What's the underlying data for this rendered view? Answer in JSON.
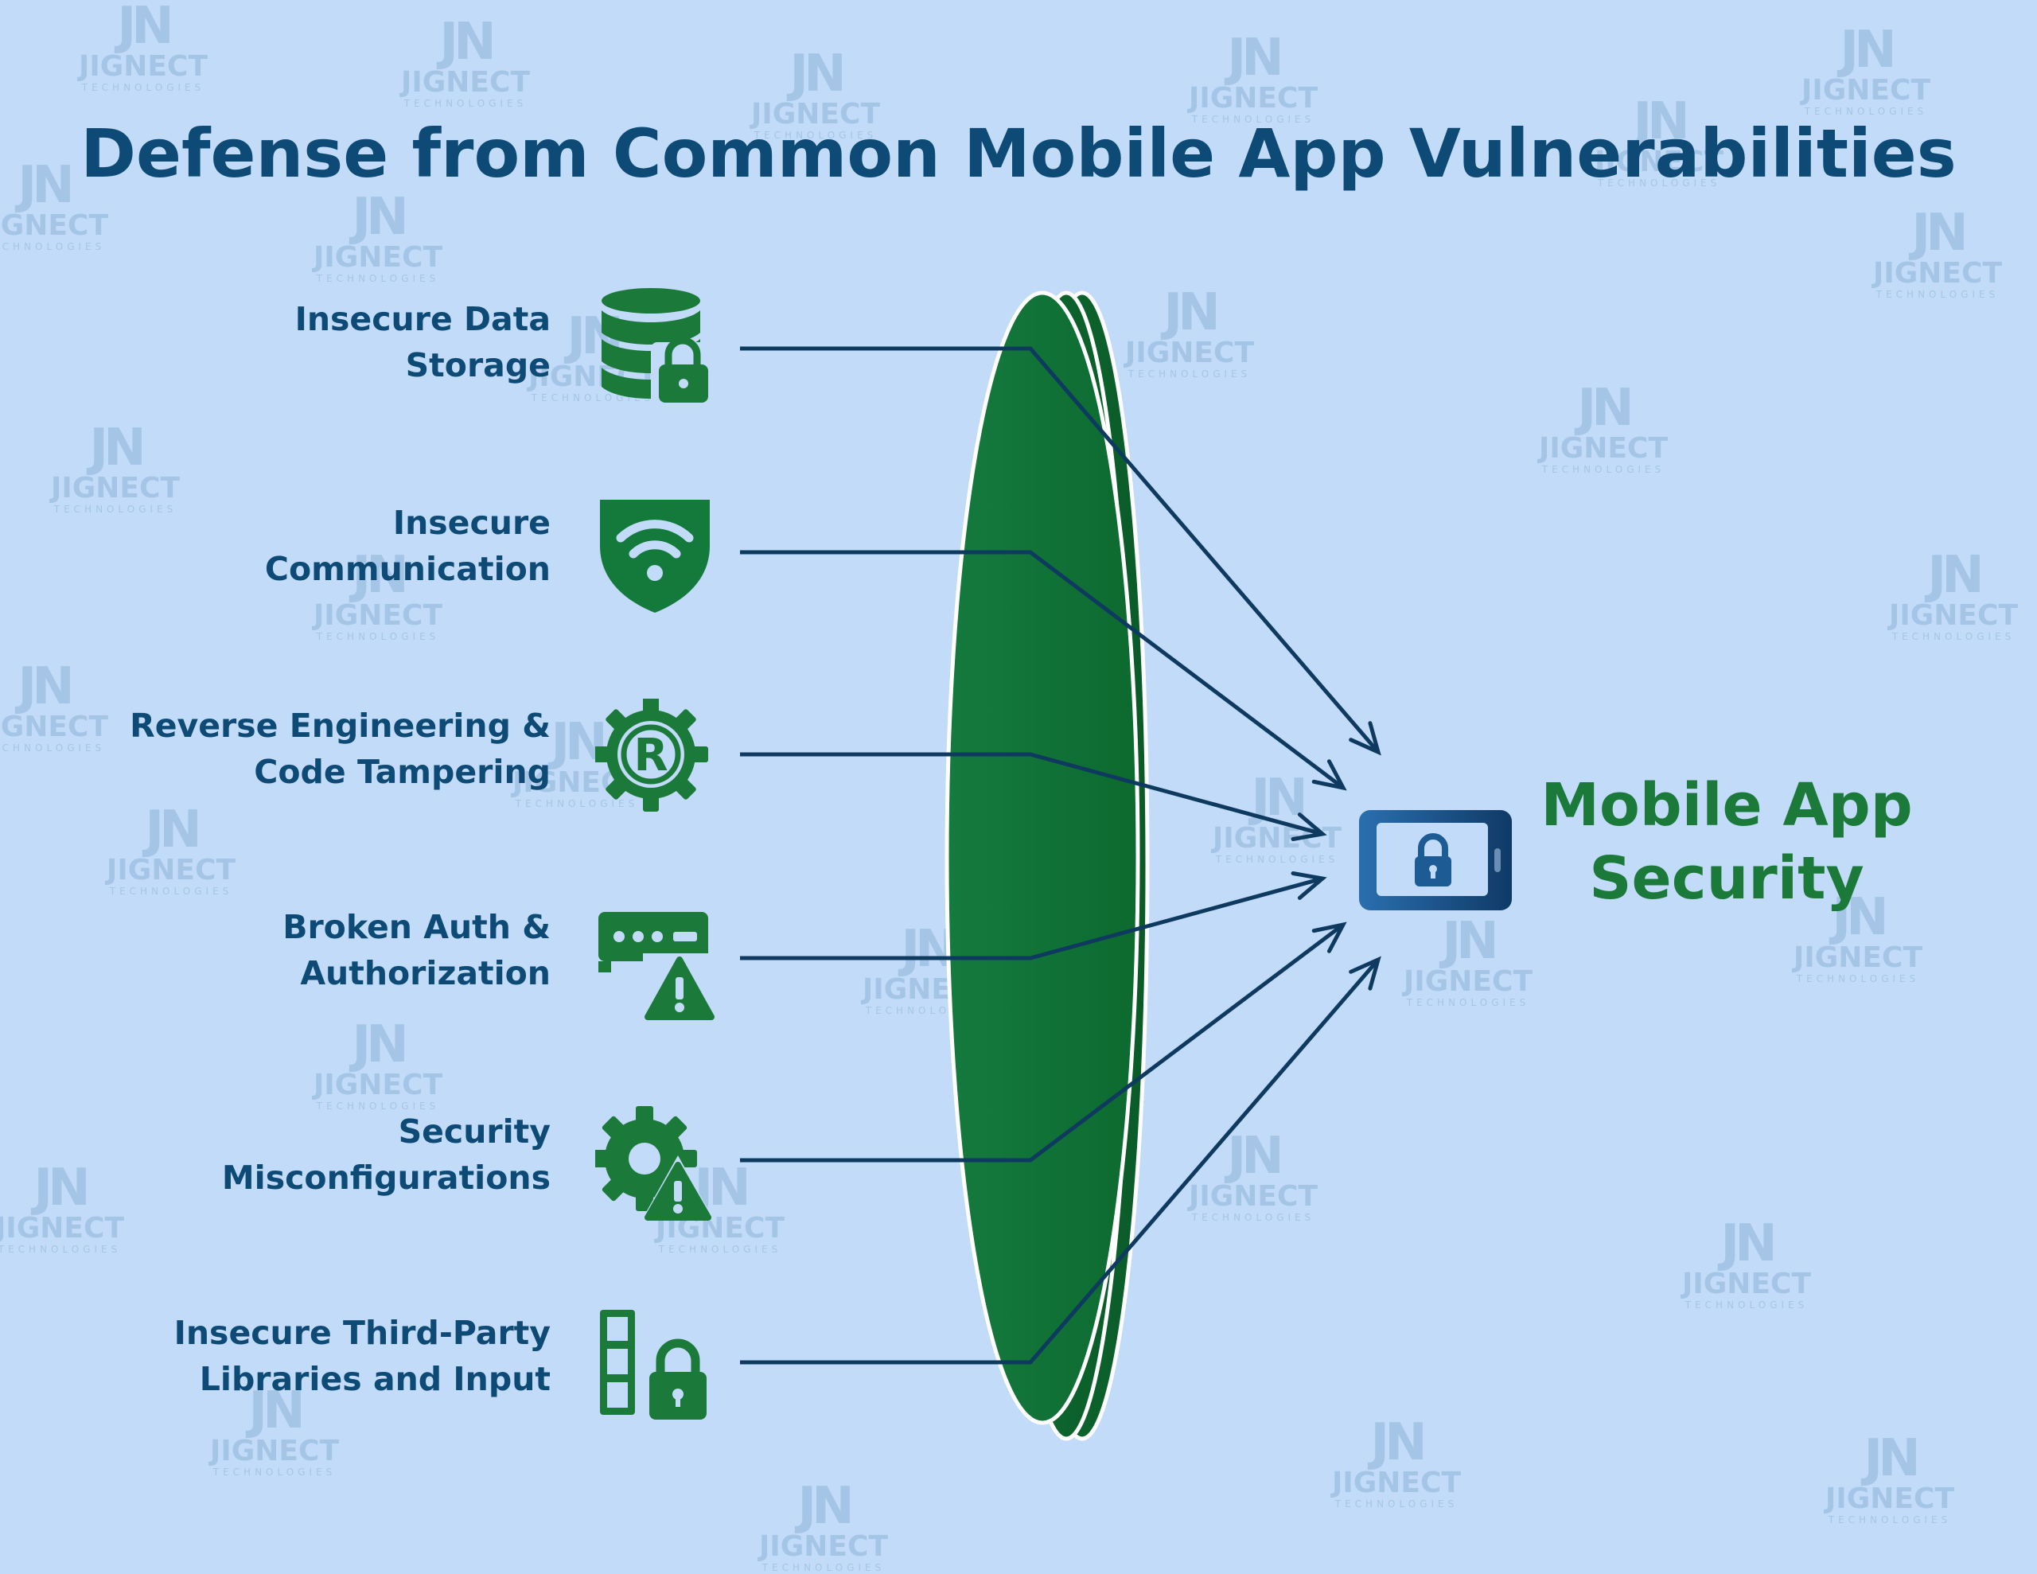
{
  "title": "Defense from Common Mobile App Vulnerabilities",
  "watermark": {
    "logo": "JN",
    "name": "JIGNECT",
    "tagline": "TECHNOLOGIES"
  },
  "items": [
    {
      "lines": [
        "Insecure Data",
        "Storage"
      ],
      "icon": "database-lock-icon"
    },
    {
      "lines": [
        "Insecure",
        "Communication"
      ],
      "icon": "wifi-shield-icon"
    },
    {
      "lines": [
        "Reverse Engineering &",
        "Code Tampering"
      ],
      "icon": "gear-registered-icon"
    },
    {
      "lines": [
        "Broken Auth &",
        "Authorization"
      ],
      "icon": "password-warning-icon"
    },
    {
      "lines": [
        "Security",
        "Misconfigurations"
      ],
      "icon": "gear-warning-icon"
    },
    {
      "lines": [
        "Insecure Third-Party",
        "Libraries and Input"
      ],
      "icon": "stack-lock-icon"
    }
  ],
  "target": {
    "lines": [
      "Mobile App",
      "Security"
    ],
    "icon": "locked-device-icon"
  },
  "colors": {
    "background": "#c2dbf9",
    "title": "#0e4a76",
    "label": "#0e4a76",
    "icon_green": "#1b7a3a",
    "shield_green": "#137a3c",
    "arrow": "#0e3a5f",
    "target_text": "#1b7a3a",
    "device_blue": "#1d5b94"
  }
}
